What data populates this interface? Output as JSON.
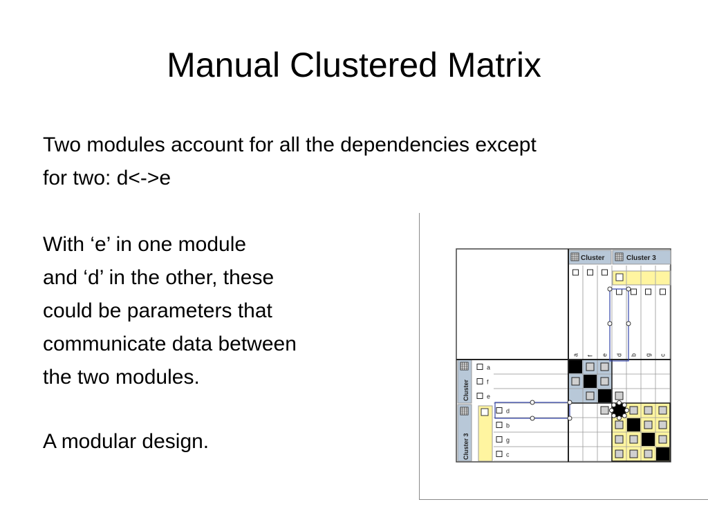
{
  "slide": {
    "title": "Manual Clustered Matrix",
    "paragraph1": [
      "Two modules account for all the dependencies except",
      "for two: d<->e"
    ],
    "paragraph2": [
      "With ‘e’ in one module",
      "and ‘d’ in the other, these",
      "could be parameters that",
      "communicate data between",
      "the two modules."
    ],
    "paragraph3": "A modular design."
  },
  "matrix": {
    "cluster_left_title": "Cluster",
    "cluster_right_title": "Cluster 3",
    "row_labels": [
      "a",
      "f",
      "e",
      "d",
      "b",
      "g",
      "c"
    ],
    "col_labels": [
      "a",
      "f",
      "e",
      "d",
      "b",
      "g",
      "c"
    ],
    "colors": {
      "cluster1": "#b8c8d8",
      "cluster3": "#fff5a0",
      "selection": "#3344aa",
      "grid": "#555555"
    }
  }
}
